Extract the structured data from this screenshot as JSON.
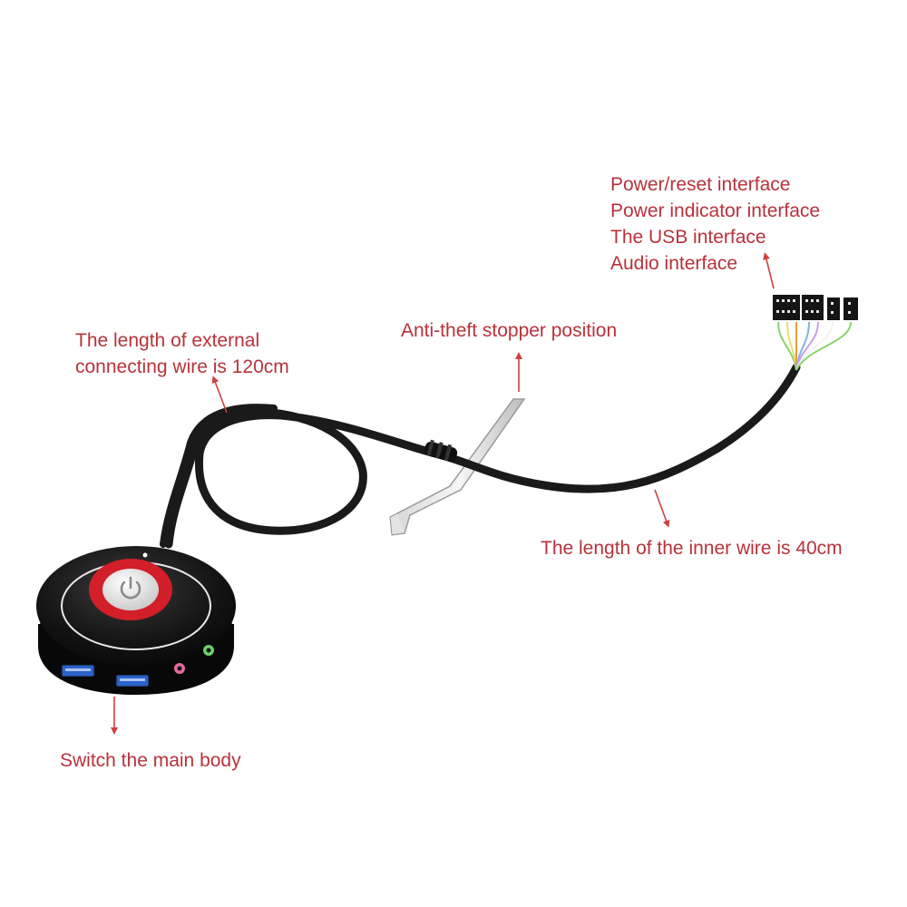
{
  "annotations": {
    "connectors": [
      "Power/reset interface",
      "Power indicator interface",
      "The USB interface",
      "Audio interface"
    ],
    "external_wire": [
      "The length of external",
      "connecting wire is 120cm"
    ],
    "stopper": "Anti-theft stopper position",
    "inner_wire": "The length of the inner wire is 40cm",
    "main_body": "Switch the main body"
  },
  "colors": {
    "label": "#b8323a",
    "arrow": "#d04040",
    "cable": "#1a1a1a",
    "body": "#111111",
    "button_ring": "#d21f2a",
    "usb_port": "#2a62c9",
    "mic_jack": "#e56aa0",
    "headphone_jack": "#6cd06c"
  },
  "icons": {
    "power_button": "power-icon",
    "usb_ports": "usb-port-icon",
    "audio_jacks": "audio-jack-icon"
  },
  "wire_colors": [
    "#8ad36a",
    "#e8e070",
    "#ef9a3c",
    "#7fb3e6",
    "#c9a0e6",
    "#f3f3f3"
  ]
}
